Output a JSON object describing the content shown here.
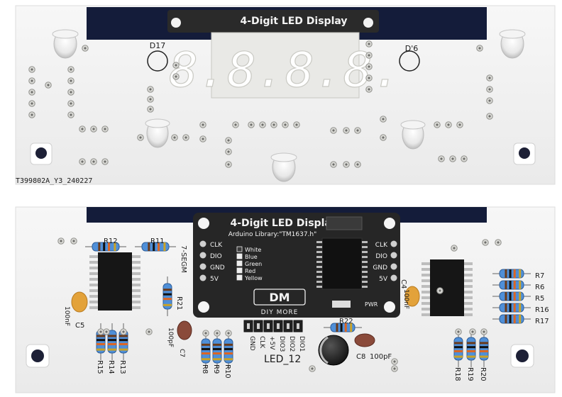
{
  "top_panel": {
    "module_title": "4-Digit LED Display",
    "display_digits": "8.8.8.8.",
    "refs": {
      "d17": "D17",
      "d6": "D'6"
    },
    "board_code": "T399802A_Y3_240227"
  },
  "bottom_panel": {
    "module_title": "4-Digit LED Display",
    "library_text": "Arduino Library:\"TM1637.h\"",
    "header_left_pins": [
      "CLK",
      "DIO",
      "GND",
      "5V"
    ],
    "header_right_pins": [
      "CLK",
      "DIO",
      "GND",
      "5V"
    ],
    "color_options": [
      "White",
      "Blue",
      "Green",
      "Red",
      "Yellow"
    ],
    "brand_logo": "DM",
    "brand_name": "DIY MORE",
    "pwr_label": "PWR",
    "seg_label": "7-SEGM",
    "bottom_pins": [
      "GND",
      "CLK",
      "+5V",
      "DIO3",
      "DIO2",
      "DIO1"
    ],
    "led_label": "LED_12",
    "components": {
      "r12": "R12",
      "r11": "R11",
      "r21": "R21",
      "r22": "R22",
      "r7": "R7",
      "r6": "R6",
      "r5": "R5",
      "r16": "R16",
      "r17": "R17",
      "r15": "R15",
      "r14": "R14",
      "r13": "R13",
      "r8": "R8",
      "r9": "R9",
      "r10": "R10",
      "r18": "R18",
      "r19": "R19",
      "r20": "R20",
      "c5": "C5",
      "c5_val": "100nF",
      "c4": "C4",
      "c4_val": "100nF",
      "c7": "C7",
      "c7_val": "100pF",
      "c8": "C8",
      "c8_val": "100pF"
    }
  }
}
